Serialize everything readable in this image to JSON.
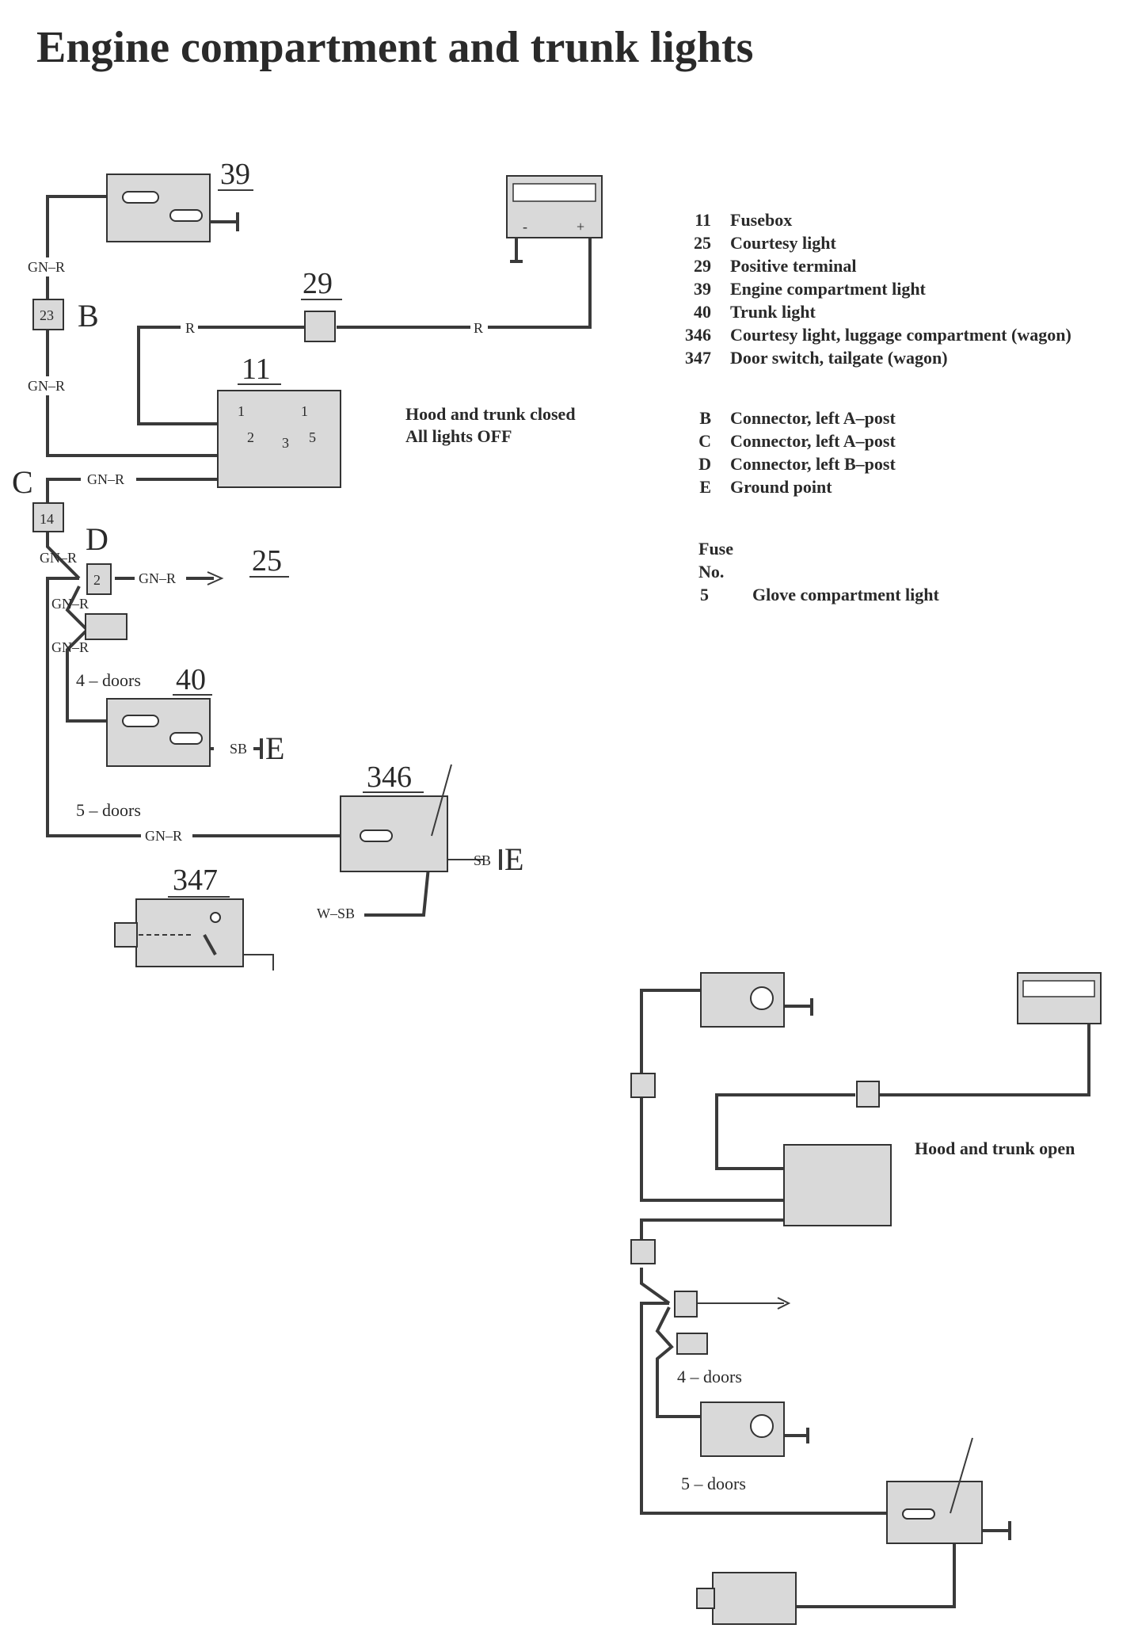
{
  "title": "Engine compartment and trunk lights",
  "component_numbers": {
    "c39": "39",
    "c29": "29",
    "c11": "11",
    "c25": "25",
    "c40": "40",
    "c346": "346",
    "c347": "347"
  },
  "connector_letters": {
    "B": "B",
    "C": "C",
    "D": "D",
    "E": "E"
  },
  "connector_pins": {
    "b": "23",
    "c": "14",
    "d": "2"
  },
  "fusebox_pins": {
    "p1a": "1",
    "p1b": "1",
    "p2": "2",
    "p3": "3",
    "p5": "5"
  },
  "battery_terminals": {
    "neg": "-",
    "pos": "+"
  },
  "wire_colors": {
    "gn_r": "GN–R",
    "r": "R",
    "sb": "SB",
    "w_sb": "W–SB"
  },
  "variants": {
    "four_doors": "4 – doors",
    "five_doors": "5 – doors"
  },
  "states": {
    "closed_line1": "Hood and trunk closed",
    "closed_line2": "All lights OFF",
    "open": "Hood and trunk open"
  },
  "legend": {
    "components": [
      {
        "id": "11",
        "label": "Fusebox"
      },
      {
        "id": "25",
        "label": "Courtesy light"
      },
      {
        "id": "29",
        "label": "Positive terminal"
      },
      {
        "id": "39",
        "label": "Engine compartment light"
      },
      {
        "id": "40",
        "label": "Trunk light"
      },
      {
        "id": "346",
        "label": "Courtesy light, luggage compartment (wagon)"
      },
      {
        "id": "347",
        "label": "Door switch, tailgate (wagon)"
      }
    ],
    "connectors": [
      {
        "id": "B",
        "label": "Connector, left A–post"
      },
      {
        "id": "C",
        "label": "Connector, left A–post"
      },
      {
        "id": "D",
        "label": "Connector, left B–post"
      },
      {
        "id": "E",
        "label": "Ground point"
      }
    ],
    "fuse_header_1": "Fuse",
    "fuse_header_2": "No.",
    "fuses": [
      {
        "id": "5",
        "label": "Glove compartment light"
      }
    ]
  }
}
